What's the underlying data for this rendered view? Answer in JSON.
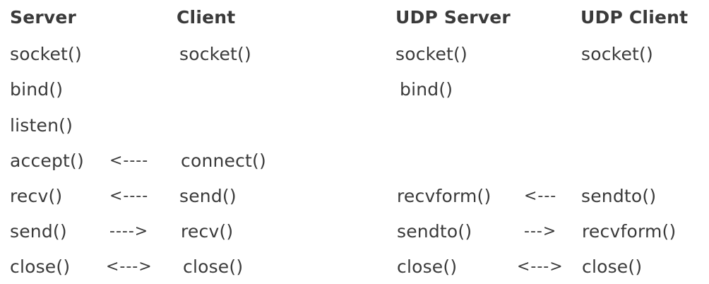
{
  "tcp": {
    "server_header": "Server",
    "client_header": "Client",
    "rows": [
      {
        "server": "socket()",
        "arrow": "",
        "client": "socket()"
      },
      {
        "server": "bind()",
        "arrow": "",
        "client": ""
      },
      {
        "server": "listen()",
        "arrow": "",
        "client": ""
      },
      {
        "server": "accept()",
        "arrow": "<----",
        "client": "connect()"
      },
      {
        "server": "recv()",
        "arrow": "<----",
        "client": "send()"
      },
      {
        "server": "send()",
        "arrow": "---->",
        "client": "recv()"
      },
      {
        "server": "close()",
        "arrow": "<--->",
        "client": "close()"
      }
    ]
  },
  "udp": {
    "server_header": "UDP Server",
    "client_header": "UDP Client",
    "rows": [
      {
        "server": "socket()",
        "arrow": "",
        "client": "socket()"
      },
      {
        "server": "bind()",
        "arrow": "",
        "client": ""
      },
      {
        "server": "",
        "arrow": "",
        "client": ""
      },
      {
        "server": "",
        "arrow": "",
        "client": ""
      },
      {
        "server": "recvform()",
        "arrow": "<---",
        "client": "sendto()"
      },
      {
        "server": "sendto()",
        "arrow": "--->",
        "client": "recvform()"
      },
      {
        "server": "close()",
        "arrow": "<--->",
        "client": "close()"
      }
    ]
  }
}
